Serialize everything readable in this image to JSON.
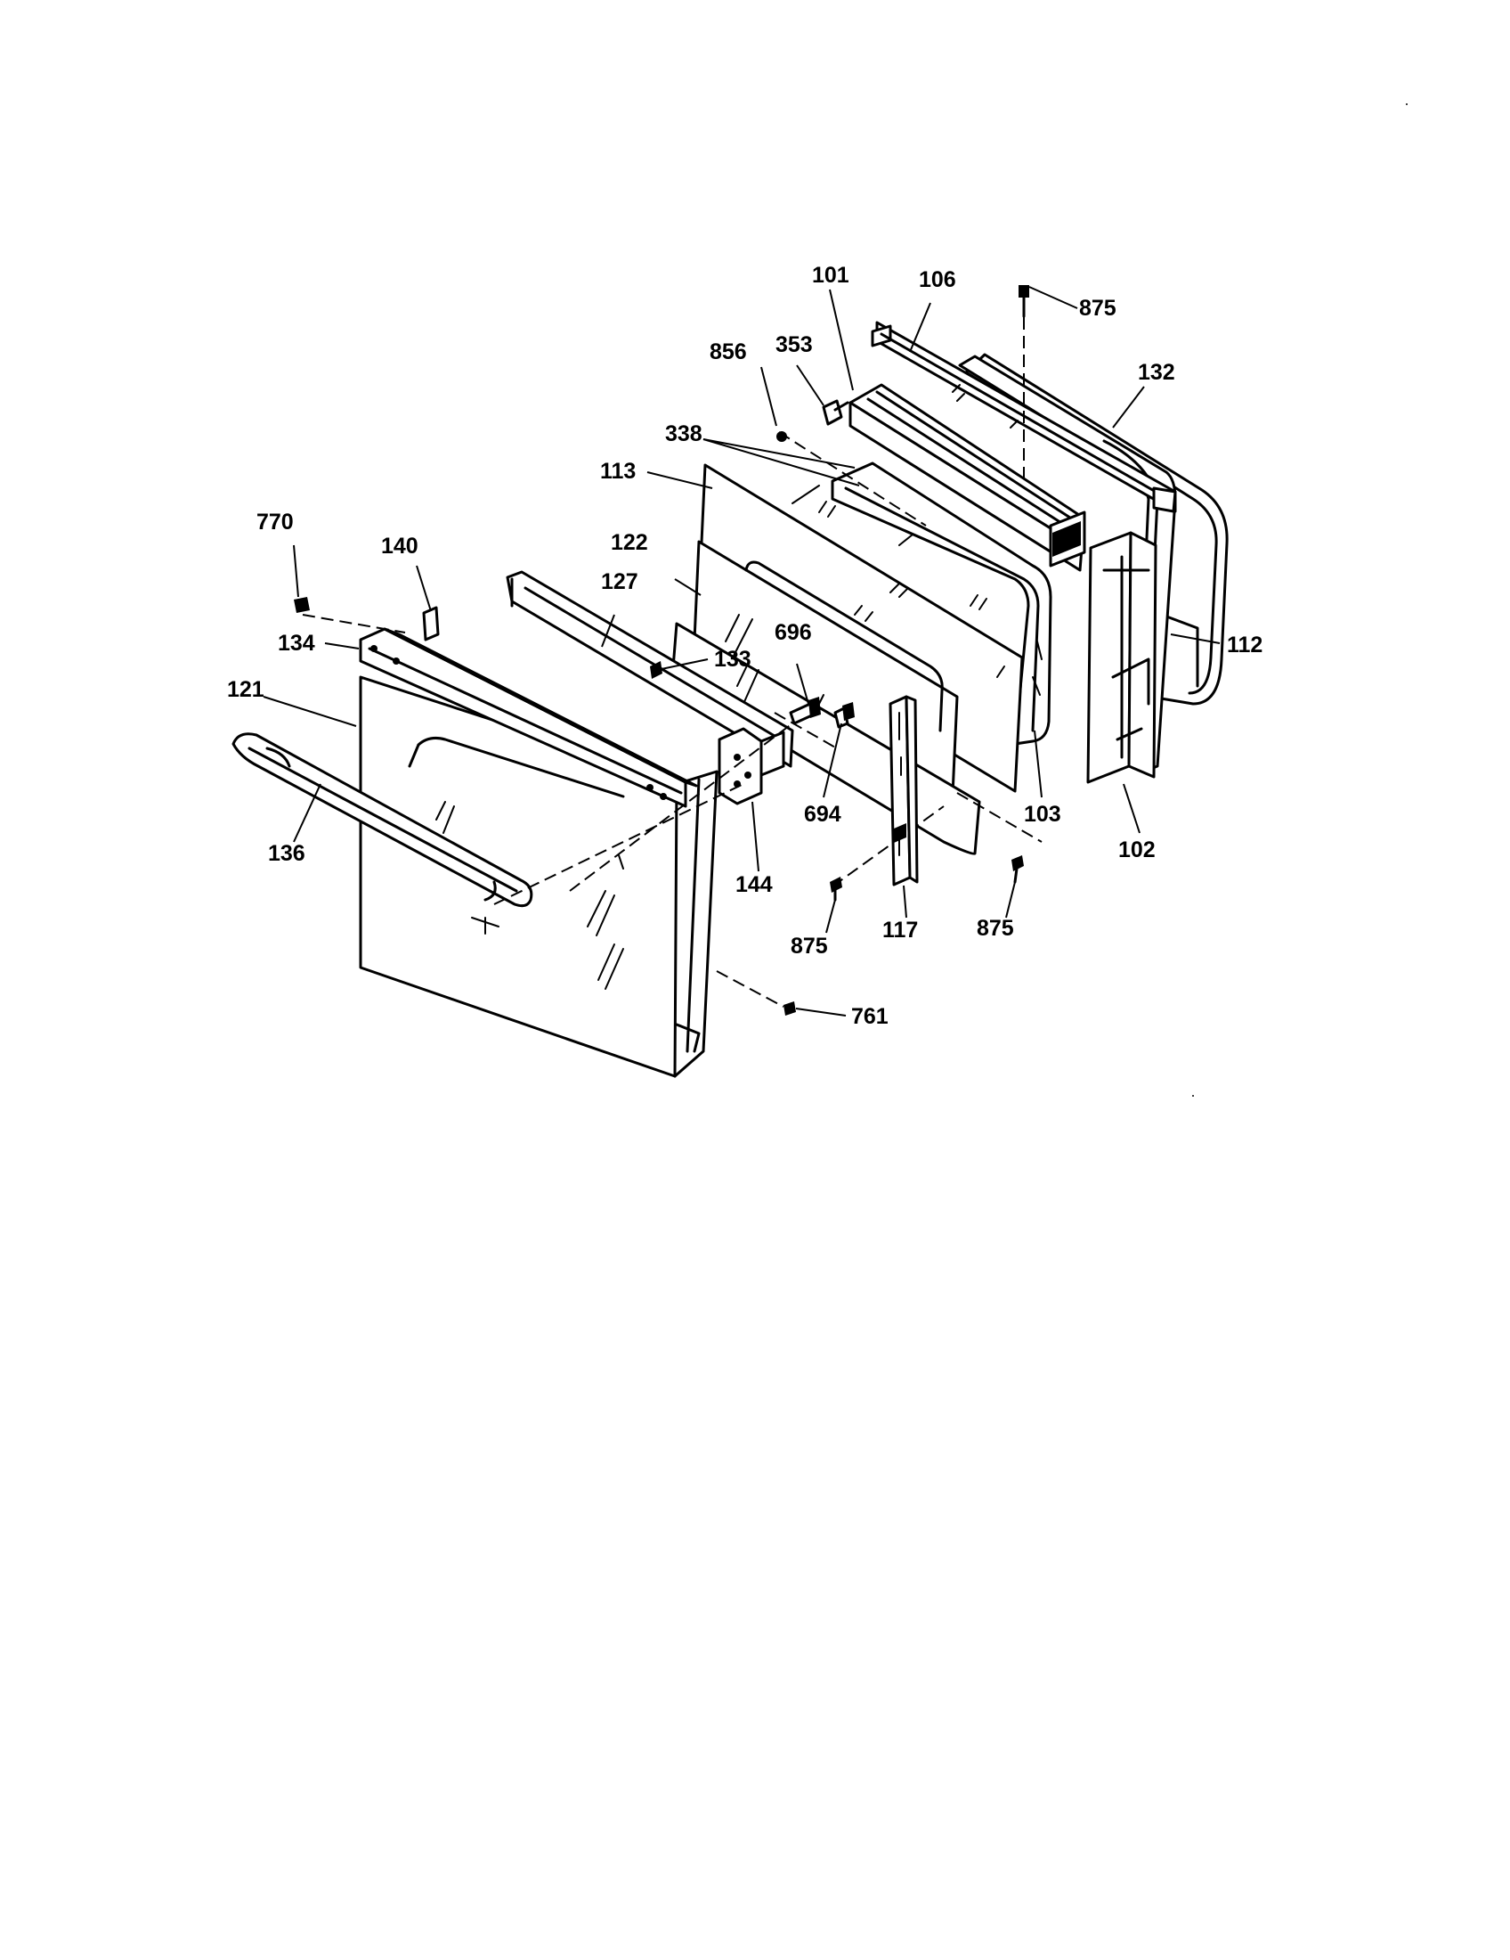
{
  "diagram": {
    "type": "exploded-parts-view",
    "labels": [
      {
        "id": "101",
        "text": "101"
      },
      {
        "id": "106",
        "text": "106"
      },
      {
        "id": "875a",
        "text": "875"
      },
      {
        "id": "856",
        "text": "856"
      },
      {
        "id": "353",
        "text": "353"
      },
      {
        "id": "132",
        "text": "132"
      },
      {
        "id": "338",
        "text": "338"
      },
      {
        "id": "113",
        "text": "113"
      },
      {
        "id": "770",
        "text": "770"
      },
      {
        "id": "140",
        "text": "140"
      },
      {
        "id": "122",
        "text": "122"
      },
      {
        "id": "127",
        "text": "127"
      },
      {
        "id": "134",
        "text": "134"
      },
      {
        "id": "696",
        "text": "696"
      },
      {
        "id": "112",
        "text": "112"
      },
      {
        "id": "133",
        "text": "133"
      },
      {
        "id": "121",
        "text": "121"
      },
      {
        "id": "694",
        "text": "694"
      },
      {
        "id": "103",
        "text": "103"
      },
      {
        "id": "136",
        "text": "136"
      },
      {
        "id": "102",
        "text": "102"
      },
      {
        "id": "144",
        "text": "144"
      },
      {
        "id": "875b",
        "text": "875"
      },
      {
        "id": "117",
        "text": "117"
      },
      {
        "id": "875c",
        "text": "875"
      },
      {
        "id": "761",
        "text": "761"
      }
    ]
  }
}
